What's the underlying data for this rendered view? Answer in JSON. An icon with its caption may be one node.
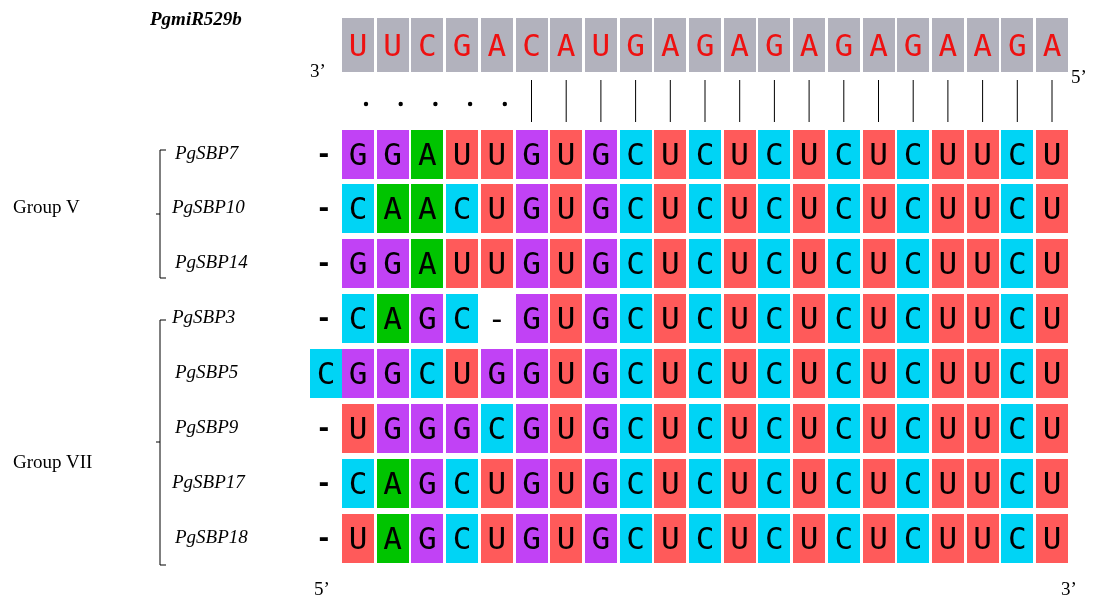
{
  "diagram": {
    "labels": [
      "PgmiR529b",
      "U",
      "U",
      "C",
      "G",
      "A",
      "C",
      "A",
      "U",
      "G",
      "A",
      "G",
      "A",
      "G",
      "A",
      "G",
      "A",
      "G",
      "A",
      "A",
      "G",
      "A",
      "3’",
      "5’",
      "PgSBP7",
      "-",
      "G",
      "G",
      "A",
      "U",
      "U",
      "G",
      "U",
      "G",
      "C",
      "U",
      "C",
      "U",
      "C",
      "U",
      "C",
      "U",
      "C",
      "U",
      "U",
      "C",
      "U",
      "Group V",
      "PgSBP10",
      "-",
      "C",
      "A",
      "A",
      "C",
      "U",
      "G",
      "U",
      "G",
      "C",
      "U",
      "C",
      "U",
      "C",
      "U",
      "C",
      "U",
      "C",
      "U",
      "U",
      "C",
      "U",
      "PgSBP14",
      "-",
      "G",
      "G",
      "A",
      "U",
      "U",
      "G",
      "U",
      "G",
      "C",
      "U",
      "C",
      "U",
      "C",
      "U",
      "C",
      "U",
      "C",
      "U",
      "U",
      "C",
      "U",
      "PgSBP3",
      "-",
      "C",
      "A",
      "G",
      "C",
      "-",
      "G",
      "U",
      "G",
      "C",
      "U",
      "C",
      "U",
      "C",
      "U",
      "C",
      "U",
      "C",
      "U",
      "U",
      "C",
      "U",
      "PgSBP5",
      "C",
      "G",
      "G",
      "C",
      "U",
      "G",
      "G",
      "U",
      "G",
      "C",
      "U",
      "C",
      "U",
      "C",
      "U",
      "C",
      "U",
      "C",
      "U",
      "U",
      "C",
      "U",
      "PgSBP9",
      "-",
      "U",
      "G",
      "G",
      "G",
      "C",
      "G",
      "U",
      "G",
      "C",
      "U",
      "C",
      "U",
      "C",
      "U",
      "C",
      "U",
      "C",
      "U",
      "U",
      "C",
      "U",
      "Group VII",
      "PgSBP17",
      "-",
      "C",
      "A",
      "G",
      "C",
      "U",
      "G",
      "U",
      "G",
      "C",
      "U",
      "C",
      "U",
      "C",
      "U",
      "C",
      "U",
      "C",
      "U",
      "U",
      "C",
      "U",
      "PgSBP18",
      "-",
      "U",
      "A",
      "G",
      "C",
      "U",
      "G",
      "U",
      "G",
      "C",
      "U",
      "C",
      "U",
      "C",
      "U",
      "C",
      "U",
      "C",
      "U",
      "U",
      "C",
      "U",
      "5’",
      "3’"
    ]
  }
}
